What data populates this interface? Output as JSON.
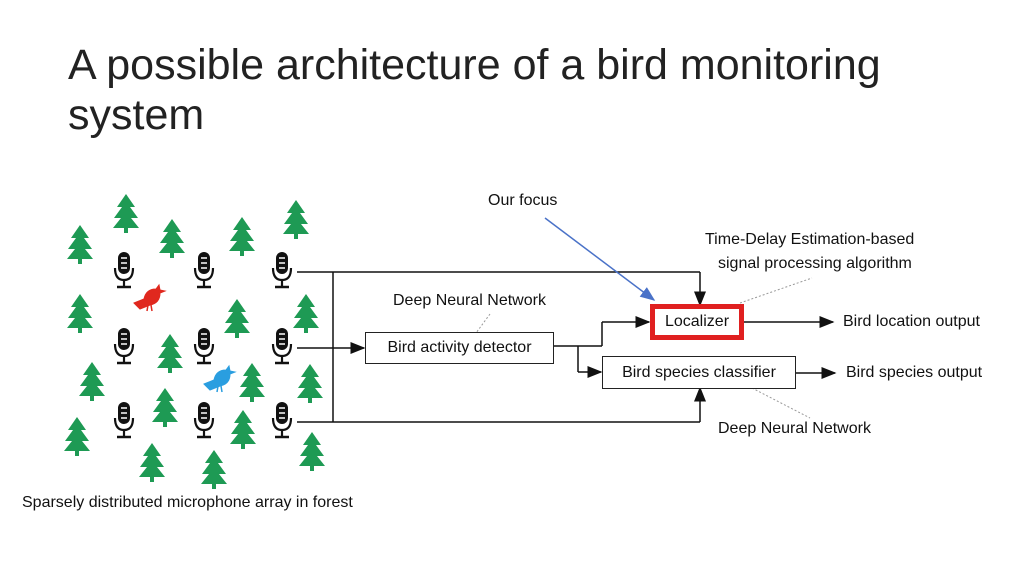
{
  "slide": {
    "title": "A possible architecture of a bird monitoring system",
    "caption": "Sparsely distributed microphone array in forest"
  },
  "diagram": {
    "labels": {
      "our_focus": "Our focus",
      "tde_line1": "Time-Delay Estimation-based",
      "tde_line2": "signal processing algorithm",
      "dnn_top": "Deep Neural Network",
      "dnn_bottom": "Deep Neural Network"
    },
    "boxes": {
      "detector": "Bird activity detector",
      "localizer": "Localizer",
      "classifier": "Bird species classifier"
    },
    "outputs": {
      "location": "Bird location output",
      "species": "Bird species output"
    }
  },
  "colors": {
    "tree": "#1e9a54",
    "bird_red": "#e0281e",
    "bird_blue": "#2a9ee0",
    "focus_border": "#e02020",
    "focus_arrow": "#4a72c8"
  },
  "icons": {
    "tree": "pine-tree-icon",
    "microphone": "microphone-icon",
    "bird": "bird-icon"
  }
}
